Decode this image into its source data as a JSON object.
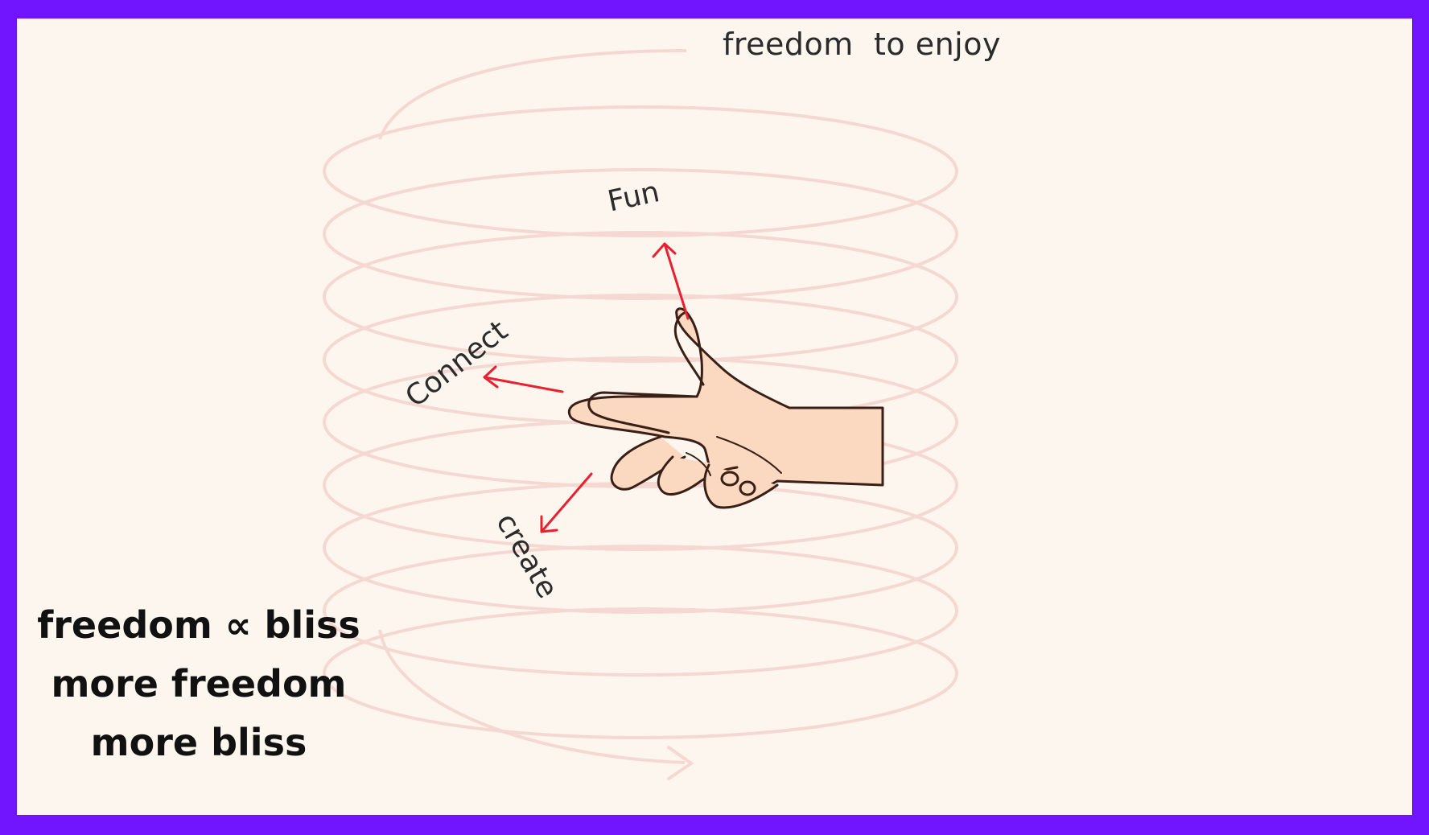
{
  "colors": {
    "border": "#7215ff",
    "background": "#fdf6ee",
    "spiral": "#f6d8d2",
    "arrow": "#e8202f",
    "hand_skin": "#fbd9c0",
    "hand_outline": "#3a1f16"
  },
  "illustration": {
    "top_label": "freedom  to enjoy",
    "directions": {
      "fun": "Fun",
      "connect": "Connect",
      "create": "create"
    },
    "icon": "hand-pointing-icon"
  },
  "formula": {
    "line1": "freedom ∝ bliss",
    "line2": "more freedom",
    "line3": "more bliss"
  }
}
